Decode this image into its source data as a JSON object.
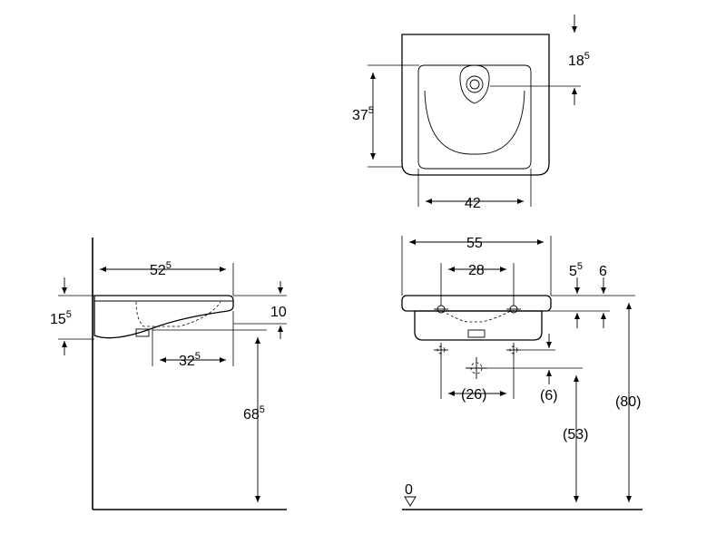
{
  "top_view": {
    "dim_tap_offset": "18",
    "dim_tap_offset_sup": "5",
    "dim_depth": "37",
    "dim_depth_sup": "5",
    "dim_basin_width": "42"
  },
  "side_view": {
    "dim_overall_depth": "52",
    "dim_overall_depth_sup": "5",
    "dim_height_total": "15",
    "dim_height_total_sup": "5",
    "dim_rim": "10",
    "dim_bowl_depth": "32",
    "dim_bowl_depth_sup": "5",
    "dim_mount_height": "68",
    "dim_mount_height_sup": "5"
  },
  "front_view": {
    "dim_overall_width": "55",
    "dim_fixing_width": "28",
    "dim_rim_a": "5",
    "dim_rim_a_sup": "5",
    "dim_rim_b": "6",
    "dim_waste_spacing": "(26)",
    "dim_waste_offset": "(6)",
    "dim_waste_height": "(53)",
    "dim_total_height": "(80)",
    "floor_level": "0"
  }
}
